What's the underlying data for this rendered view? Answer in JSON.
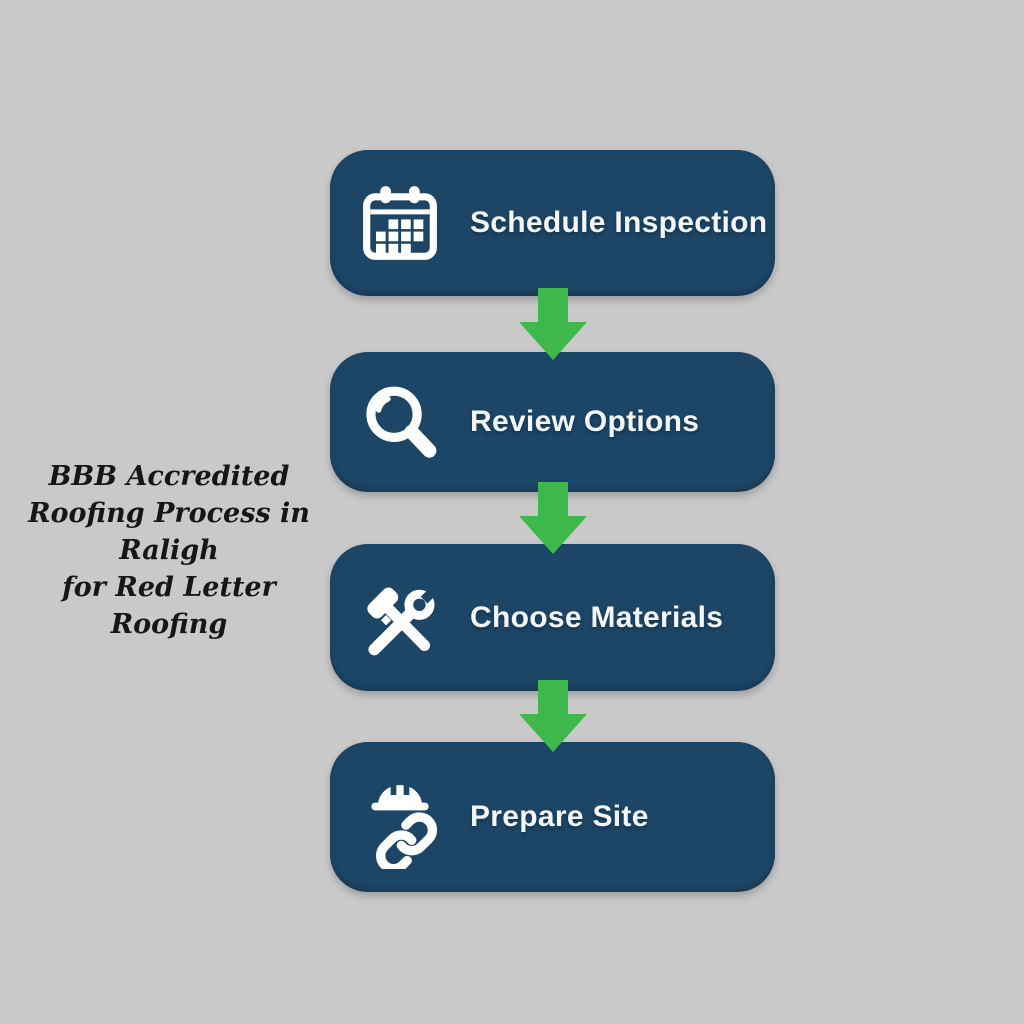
{
  "colors": {
    "background": "#c9c9c9",
    "box_blue": "#1c4566",
    "arrow_green": "#3eb74b",
    "label_white": "#f3f6f9",
    "caption_black": "#161616"
  },
  "caption": {
    "lines": [
      "BBB Accredited",
      "Roofing Process in Raligh",
      "for Red Letter Roofing"
    ]
  },
  "flow": {
    "steps": [
      {
        "label": "Schedule Inspection",
        "icon": "calendar-icon"
      },
      {
        "label": "Review Options",
        "icon": "magnifier-icon"
      },
      {
        "label": "Choose Materials",
        "icon": "hammer-wrench-icon"
      },
      {
        "label": "Prepare Site",
        "icon": "hardhat-link-icon"
      }
    ]
  }
}
